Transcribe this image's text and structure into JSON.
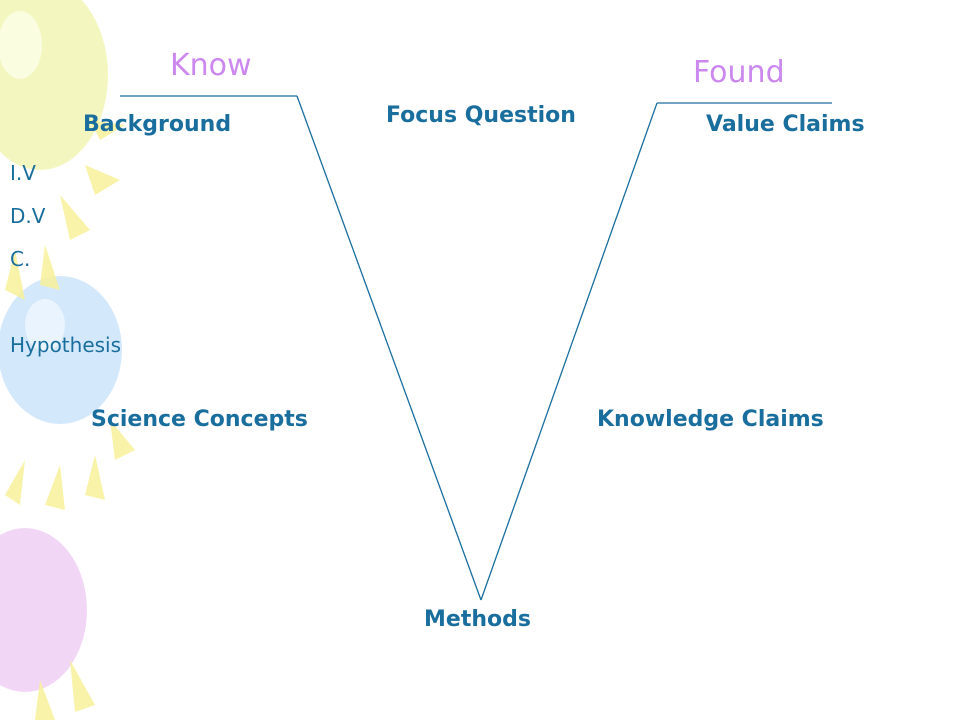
{
  "headings": {
    "left": "Know",
    "right": "Found"
  },
  "labels": {
    "background": "Background",
    "focus_question": "Focus Question",
    "value_claims": "Value Claims",
    "science_concepts": "Science Concepts",
    "knowledge_claims": "Knowledge Claims",
    "methods": "Methods"
  },
  "variables": [
    "I.V",
    "D.V",
    "C."
  ],
  "hypothesis": "Hypothesis",
  "colors": {
    "heading": "#cc88ee",
    "label": "#1a6e9e",
    "line": "#1a6e9e",
    "balloon_yellow": "#f2f6b8",
    "balloon_blue": "#cfe6fb",
    "balloon_purple": "#efd3f4",
    "sun_ray": "#f7f19a"
  }
}
